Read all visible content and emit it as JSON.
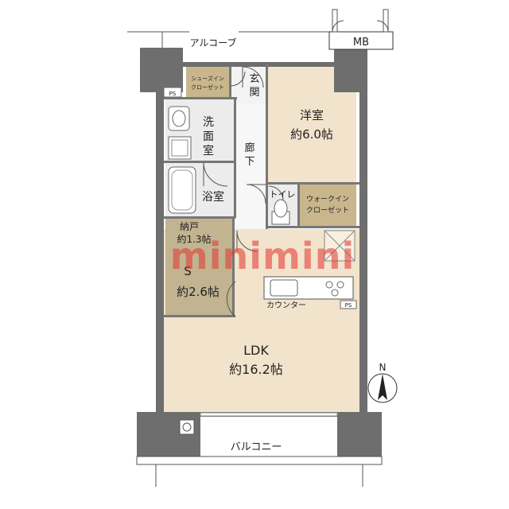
{
  "floorplan": {
    "rooms": {
      "ldk": {
        "name": "LDK",
        "size": "約16.2帖"
      },
      "western": {
        "name": "洋室",
        "size": "約6.0帖"
      },
      "service": {
        "name": "S",
        "size": "約2.6帖"
      },
      "storage": {
        "name": "納戸",
        "size": "約1.3帖"
      },
      "washroom": {
        "name_line1": "洗",
        "name_line2": "面",
        "name_line3": "室"
      },
      "bath": {
        "name": "浴室"
      },
      "toilet": {
        "name": "トイレ"
      },
      "hallway": {
        "name_line1": "廊",
        "name_line2": "下"
      },
      "entrance": {
        "name_line1": "玄",
        "name_line2": "関"
      },
      "wic": {
        "name_line1": "ウォークイン",
        "name_line2": "クローゼット"
      },
      "shoes": {
        "name_line1": "シューズイン",
        "name_line2": "クローゼット"
      }
    },
    "labels": {
      "alcove": "アルコーブ",
      "balcony": "バルコニー",
      "mb": "MB",
      "ps_top": "PS",
      "ps_kitchen": "PS",
      "counter": "カウンター",
      "north": "N"
    },
    "watermark": "minimini",
    "colors": {
      "wall": "#6e6e6e",
      "wood": "#f2e3cc",
      "tile": "#ececec",
      "closet": "#c9b68c",
      "storage": "#c2b391",
      "line": "#444444",
      "watermark": "#e3342f"
    }
  }
}
